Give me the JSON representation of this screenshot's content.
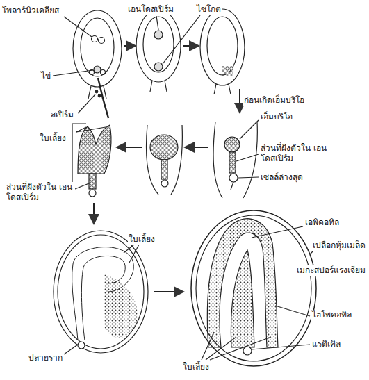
{
  "diagram": {
    "labels": [
      "โพลาร์นิวเคลียส",
      "ไข่",
      "สเปิร์ม",
      "เอนโดสเปิร์ม",
      "ไซโกต",
      "ก่อนเกิดเอ็มบริโอ",
      "เอ็มบริโอ",
      "ส่วนที่ฝังตัวใน เอนโดสเปิร์ม",
      "เซลล์ล่างสุด",
      "ใบเลี้ยง",
      "ส่วนที่ฝังตัวใน เอนโดสเปิร์ม",
      "ใบเลี้ยง",
      "ปลายราก",
      "เอพิคอทิล",
      "เปลือกหุ้มเมล็ด",
      "เมกะสปอร์แรงเจียม",
      "ไฮโพคอทิล",
      "แรดิเคิล",
      "ใบเลี้ยง"
    ]
  }
}
